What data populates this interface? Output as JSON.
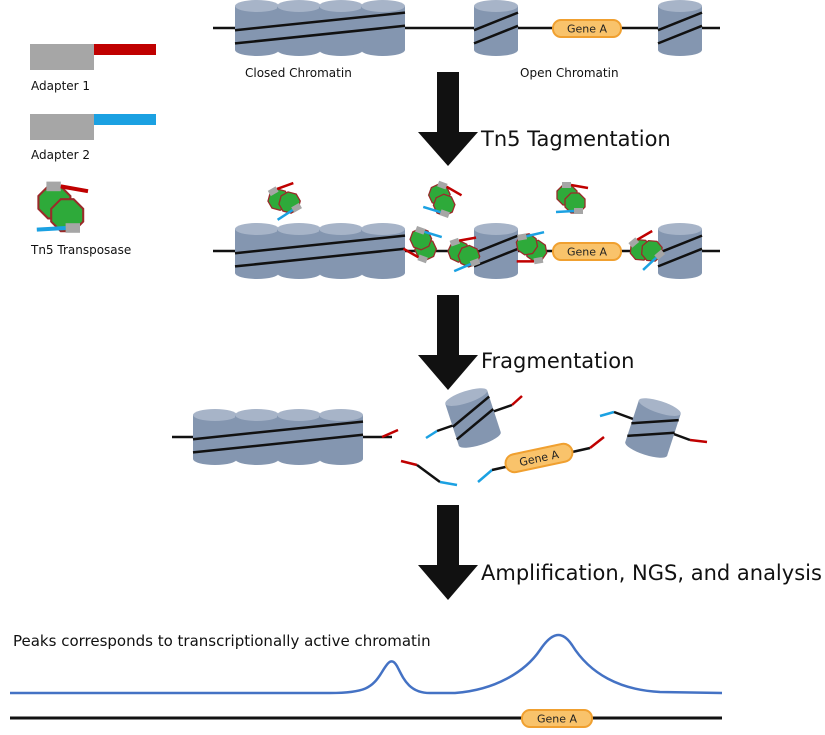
{
  "legend": {
    "adapter1": "Adapter 1",
    "adapter2": "Adapter 2",
    "transposase": "Tn5 Transposase"
  },
  "chromatin": {
    "closed": "Closed Chromatin",
    "open": "Open Chromatin"
  },
  "gene_label": "Gene A",
  "steps": {
    "tagmentation": "Tn5 Tagmentation",
    "fragmentation": "Fragmentation",
    "amplification": "Amplification, NGS, and analysis"
  },
  "peaks_caption": "Peaks corresponds to transcriptionally active chromatin",
  "colors": {
    "nucleosome": "#8496b0",
    "nucleosome_top": "#a7b4c8",
    "adapter1": "#c00000",
    "adapter2": "#1ba1e2",
    "adapter_body": "#a6a6a6",
    "transposase": "#2eaa3a",
    "gene_fill": "#f9c36b",
    "gene_stroke": "#f0a030",
    "peak_line": "#4472c4"
  }
}
